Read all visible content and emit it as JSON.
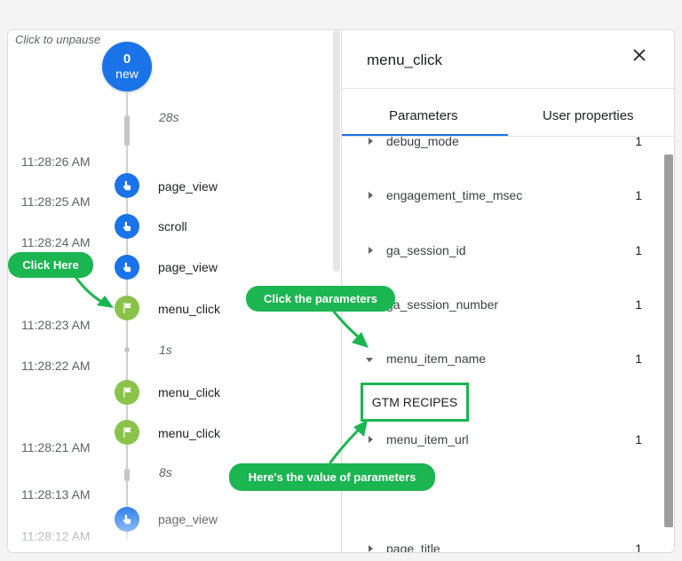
{
  "timeline": {
    "unpause_label": "Click to unpause",
    "new_count": "0",
    "new_label": "new",
    "durations": [
      "28s",
      "1s",
      "8s"
    ],
    "timestamps": [
      "11:28:26 AM",
      "11:28:25 AM",
      "11:28:24 AM",
      "11:28:23 AM",
      "11:28:22 AM",
      "11:28:21 AM",
      "11:28:13 AM",
      "11:28:12 AM"
    ],
    "events": [
      {
        "name": "page_view",
        "icon": "touch-icon",
        "color": "#1a73e8"
      },
      {
        "name": "scroll",
        "icon": "touch-icon",
        "color": "#1a73e8"
      },
      {
        "name": "page_view",
        "icon": "touch-icon",
        "color": "#1a73e8"
      },
      {
        "name": "menu_click",
        "icon": "flag-icon",
        "color": "#8bc34a"
      },
      {
        "name": "menu_click",
        "icon": "flag-icon",
        "color": "#8bc34a"
      },
      {
        "name": "menu_click",
        "icon": "flag-icon",
        "color": "#8bc34a"
      },
      {
        "name": "page_view",
        "icon": "touch-icon",
        "color": "#1a73e8"
      }
    ]
  },
  "panel": {
    "title": "menu_click",
    "close_icon": "close-icon",
    "tabs": [
      "Parameters",
      "User properties"
    ],
    "active_tab": "Parameters",
    "parameters": [
      {
        "name": "debug_mode",
        "count": "1"
      },
      {
        "name": "engagement_time_msec",
        "count": "1"
      },
      {
        "name": "ga_session_id",
        "count": "1"
      },
      {
        "name": "ga_session_number",
        "count": "1"
      },
      {
        "name": "menu_item_name",
        "count": "1",
        "expanded": true
      },
      {
        "name": "menu_item_url",
        "count": "1"
      },
      {
        "name": "page_title",
        "count": "1"
      }
    ],
    "expanded_value": "GTM RECIPES"
  },
  "annotations": {
    "click_here": "Click Here",
    "click_parameters": "Click the parameters",
    "value_of_parameters": "Here's the value of parameters",
    "accent_color": "#1bb551"
  }
}
